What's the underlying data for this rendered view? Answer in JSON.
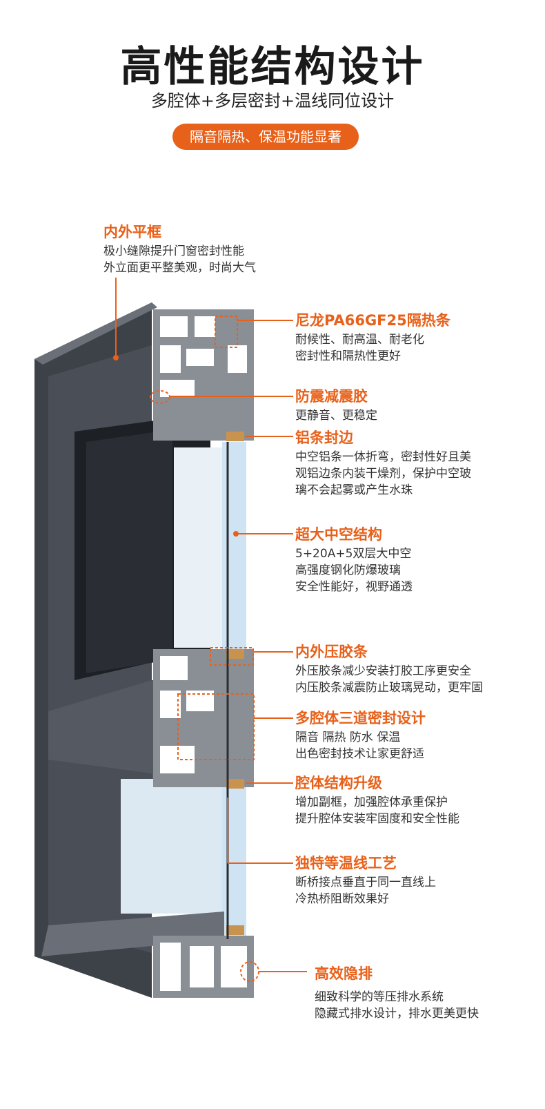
{
  "header": {
    "title": "高性能结构设计",
    "subtitle": "多腔体+多层密封+温线同位设计",
    "badge": "隔音隔热、保温功能显著"
  },
  "annotations": [
    {
      "title": "内外平框",
      "lines": [
        "极小缝隙提升门窗密封性能",
        "外立面更平整美观，时尚大气"
      ]
    },
    {
      "title": "尼龙PA66GF25隔热条",
      "lines": [
        "耐候性、耐高温、耐老化",
        "密封性和隔热性更好"
      ]
    },
    {
      "title": "防震减震胶",
      "lines": [
        "更静音、更稳定"
      ]
    },
    {
      "title": "铝条封边",
      "lines": [
        "中空铝条一体折弯，密封性好且美",
        "观铝边条内装干燥剂，保护中空玻",
        "璃不会起雾或产生水珠"
      ]
    },
    {
      "title": "超大中空结构",
      "lines": [
        "5+20A+5双层大中空",
        "高强度钢化防爆玻璃",
        "安全性能好，视野通透"
      ]
    },
    {
      "title": "内外压胶条",
      "lines": [
        "外压胶条减少安装打胶工序更安全",
        "内压胶条减震防止玻璃晃动，更牢固"
      ]
    },
    {
      "title": "多腔体三道密封设计",
      "lines": [
        "隔音 隔热 防水 保温",
        "出色密封技术让家更舒适"
      ]
    },
    {
      "title": "腔体结构升级",
      "lines": [
        "增加副框，加强腔体承重保护",
        "提升腔体安装牢固度和安全性能"
      ]
    },
    {
      "title": "独特等温线工艺",
      "lines": [
        "断桥接点垂直于同一直线上",
        "冷热桥阻断效果好"
      ]
    },
    {
      "title": "高效隐排",
      "lines": [
        "细致科学的等压排水系统",
        "隐藏式排水设计，排水更美更快"
      ]
    }
  ],
  "colors": {
    "accent": "#e8611a",
    "frame_dark": "#3b3f46",
    "frame_face": "#565b63",
    "glass": "#cfe3f2"
  }
}
